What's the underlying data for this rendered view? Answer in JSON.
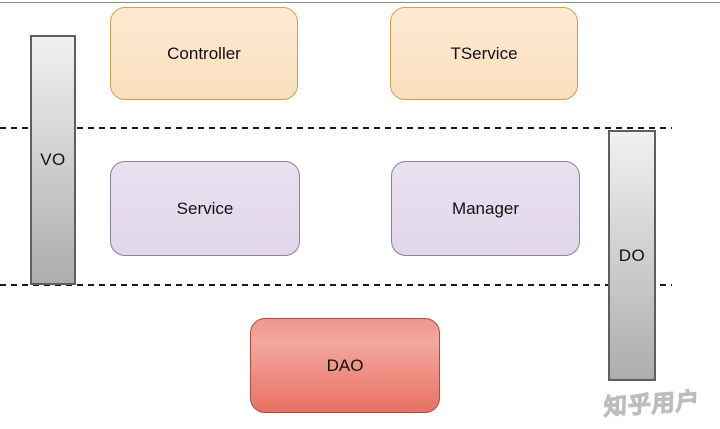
{
  "boxes": {
    "controller": {
      "label": "Controller"
    },
    "tservice": {
      "label": "TService"
    },
    "service": {
      "label": "Service"
    },
    "manager": {
      "label": "Manager"
    },
    "dao": {
      "label": "DAO"
    }
  },
  "bars": {
    "vo": {
      "label": "VO"
    },
    "do": {
      "label": "DO"
    }
  },
  "watermark": {
    "text": "知乎用户"
  },
  "colors": {
    "orange_fill_top": "#fcead2",
    "orange_fill_bottom": "#fadfbe",
    "orange_border": "#d2a04c",
    "purple_fill_top": "#e8e1f0",
    "purple_fill_bottom": "#e1d6ea",
    "purple_border": "#8e7f9b",
    "red_fill_top": "#f0978e",
    "red_fill_bottom": "#e87264",
    "red_border": "#ad4a43",
    "bar_fill_top": "#f1f1f1",
    "bar_fill_bottom": "#adadad",
    "bar_border": "#5e5e5e",
    "dash_color": "#1a1a1a",
    "top_line": "#8d8d8d"
  }
}
